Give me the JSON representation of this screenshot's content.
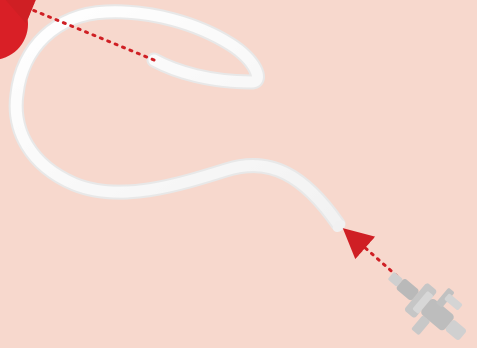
{
  "scene": {
    "background_color": "#f7d8cd",
    "elements": [
      {
        "name": "red-ball",
        "icon": "red-circle",
        "color": "#d91f26"
      },
      {
        "name": "hose",
        "icon": "white-hose",
        "color": "#ffffff"
      },
      {
        "name": "nozzle",
        "icon": "spray-nozzle",
        "color": "#bdbdbd"
      },
      {
        "name": "arrow-to-ball",
        "icon": "dotted-arrow",
        "color": "#cf1f24"
      },
      {
        "name": "arrow-to-hose-end",
        "icon": "dotted-arrow",
        "color": "#cf1f24"
      }
    ]
  }
}
